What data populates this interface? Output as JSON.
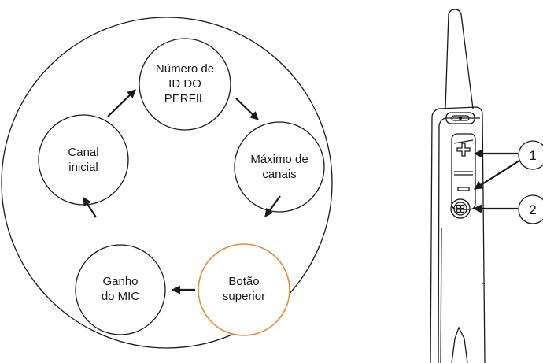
{
  "cycle": {
    "nodes": [
      {
        "id": "profile",
        "lines": [
          "Número de",
          "ID DO",
          "PERFIL"
        ],
        "highlight": false
      },
      {
        "id": "max-channels",
        "lines": [
          "Máximo de",
          "canais"
        ],
        "highlight": false
      },
      {
        "id": "top-button",
        "lines": [
          "Botão",
          "superior"
        ],
        "highlight": true
      },
      {
        "id": "mic-gain",
        "lines": [
          "Ganho",
          "do MIC"
        ],
        "highlight": false
      },
      {
        "id": "initial-channel",
        "lines": [
          "Canal",
          "inicial"
        ],
        "highlight": false
      }
    ],
    "highlight_color": "#e8893a",
    "stroke_color": "#1a1a1a"
  },
  "radio": {
    "callouts": [
      {
        "number": "1"
      },
      {
        "number": "2"
      }
    ]
  }
}
